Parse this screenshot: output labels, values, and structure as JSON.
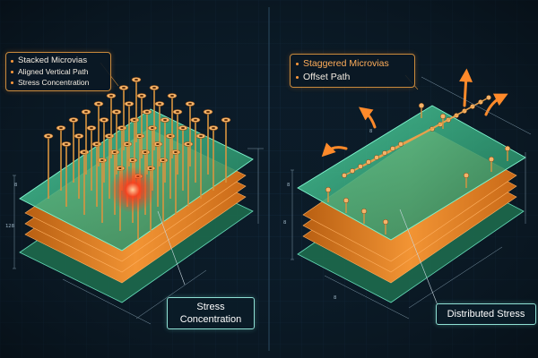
{
  "left_panel": {
    "callout_items": [
      "Stacked Microvias",
      "Aligned Vertical Path",
      "Stress Concentration"
    ],
    "bottom_label_lines": [
      "Stress",
      "Concentration"
    ]
  },
  "right_panel": {
    "callout_items": [
      "Staggered Microvias",
      "Offset Path"
    ],
    "bottom_label": "Distributed Stress"
  },
  "dimension_labels": {
    "left": [
      "128",
      "8"
    ],
    "right": [
      "8",
      "8",
      "8",
      "8"
    ]
  },
  "colors": {
    "background": "#0b1a26",
    "green_layer": "#2f9b6f",
    "copper_layer": "#d77a1f",
    "via": "#e6a45a",
    "stress_glow": "#ff3a1a",
    "callout_border": "#c98a3c",
    "bottom_box_border": "#8fe0d4",
    "arrow": "#ff8a2a"
  }
}
